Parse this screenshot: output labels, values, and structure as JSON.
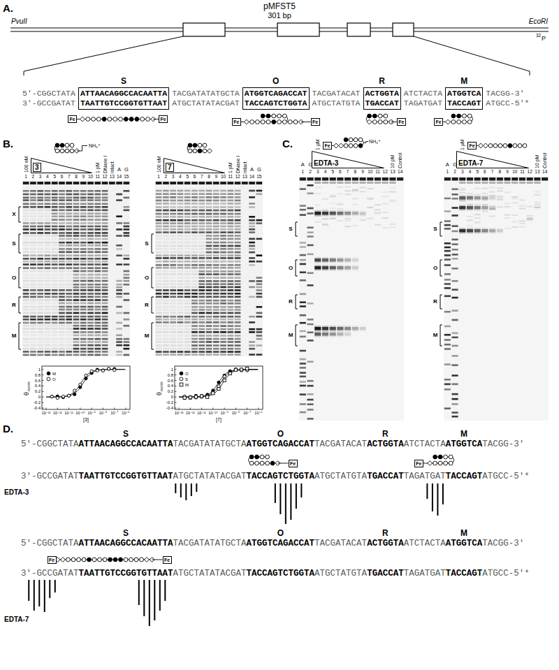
{
  "diagram": {
    "nodes": [
      {
        "text": [
          "ATTAACAGGCCACAATTA",
          "TAATTGTCCGGTGTTAAT"
        ]
      },
      {
        "text": [
          "ATGGTCAGACCAT",
          "TACCAGTCTGGTA"
        ]
      },
      {
        "text": [
          "ACTGGTA",
          "TGACCAT"
        ]
      },
      {
        "text": [
          "ATGGTCA",
          "TACCAGT"
        ]
      },
      {
        "text": [
          "Fe"
        ]
      },
      {
        "text": [
          "Fe"
        ]
      },
      {
        "text": [
          "Fe"
        ]
      },
      {
        "text": [
          "Fe"
        ]
      },
      {
        "text": [
          "Fe"
        ]
      },
      {
        "text": [
          "Fe"
        ]
      },
      {
        "text": [
          "3"
        ]
      },
      {
        "text": [
          "7"
        ]
      },
      {
        "text": [
          "Fe"
        ]
      },
      {
        "text": [
          "EDTA-3"
        ]
      },
      {
        "text": [
          "Fe"
        ]
      },
      {
        "text": [
          "EDTA-7"
        ]
      },
      {
        "text": [
          "Fe"
        ]
      },
      {
        "text": [
          "Fe"
        ]
      },
      {
        "text": [
          "Fe"
        ]
      },
      {
        "text": [
          "Fe"
        ]
      }
    ],
    "labels": [
      "A.",
      "B.",
      "C.",
      "D.",
      "pMFST5",
      "301 bp",
      "PvuII",
      "EcoRI",
      "32",
      "P",
      "S",
      "O",
      "R",
      "M",
      "5'-CGGCTATA",
      "TACGATATATGCTA",
      "TACGATACAT",
      "ATCTACTA",
      "TACGG-3'",
      "3'-GCCGATAT",
      "ATGCTATATACGAT",
      "ATGCTATGTA",
      "TAGATGAT",
      "ATGCC-5'*",
      "100 nM",
      "1 pM",
      "DNase I",
      "intact",
      "NH₃⁺",
      "1",
      "2",
      "3",
      "4",
      "5",
      "6",
      "7",
      "8",
      "9",
      "10",
      "11",
      "12",
      "13",
      "14",
      "15",
      "A",
      "G",
      "X",
      "S",
      "O",
      "R",
      "M",
      "1",
      "0.8",
      "0.6",
      "0.4",
      "0.2",
      "0",
      "-0.2",
      "-0.4",
      "θ",
      "norm",
      "10⁻¹³",
      "10⁻¹²",
      "10⁻¹¹",
      "10⁻¹⁰",
      "10⁻⁹",
      "10⁻⁸",
      "10⁻⁷",
      "10⁻⁶",
      "[3]",
      "100 nM",
      "1 pM",
      "DNase I",
      "intact",
      "1",
      "2",
      "3",
      "4",
      "5",
      "6",
      "7",
      "8",
      "9",
      "10",
      "11",
      "12",
      "13",
      "14",
      "15",
      "A",
      "G",
      "S",
      "O",
      "R",
      "M",
      "1",
      "0.8",
      "0.6",
      "0.4",
      "0.2",
      "0",
      "-0.2",
      "-0.4",
      "θ",
      "norm",
      "10⁻¹³",
      "10⁻¹²",
      "10⁻¹¹",
      "10⁻¹⁰",
      "10⁻⁹",
      "10⁻⁸",
      "10⁻⁷",
      "10⁻⁶",
      "[7]",
      "1 µM",
      "10 pM",
      "Control",
      "NH₃⁺",
      "A",
      "G",
      "1",
      "2",
      "3",
      "4",
      "5",
      "6",
      "7",
      "8",
      "9",
      "10",
      "11",
      "12",
      "13",
      "14",
      "S",
      "O",
      "R",
      "M",
      "1 µM",
      "10 pM",
      "Control",
      "A",
      "G",
      "1",
      "2",
      "3",
      "4",
      "5",
      "6",
      "7",
      "8",
      "9",
      "10",
      "11",
      "12",
      "13",
      "14",
      "S",
      "O",
      "R",
      "M",
      "S",
      "O",
      "R",
      "M",
      "5'-CGGCTATA",
      "ATTAACAGGCCACAATTA",
      "TACGATATATGCTA",
      "ATGGTCAGACCAT",
      "TACGATACAT",
      "ACTGGTA",
      "ATCTACTA",
      "ATGGTCA",
      "TACGG-3'",
      "3'-GCCGATAT",
      "TAATTGTCCGGTGTTAAT",
      "ATGCTATATACGAT",
      "TACCAGTCTGGTA",
      "ATGCTATGTA",
      "TGACCAT",
      "TAGATGAT",
      "TACCAGT",
      "ATGCC-5'*",
      "EDTA-3",
      "S",
      "O",
      "R",
      "M",
      "5'-CGGCTATA",
      "ATTAACAGGCCACAATTA",
      "TACGATATATGCTA",
      "ATGGTCAGACCAT",
      "TACGATACAT",
      "ACTGGTA",
      "ATCTACTA",
      "ATGGTCA",
      "TACGG-3'",
      "3'-GCCGATAT",
      "TAATTGTCCGGTGTTAAT",
      "ATGCTATATACGAT",
      "TACCAGTCTGGTA",
      "ATGCTATGTA",
      "TGACCAT",
      "TAGATGAT",
      "TACCAGT",
      "ATGCC-5'*",
      "EDTA-7"
    ],
    "legend": [
      {
        "text": "M"
      },
      {
        "text": "O"
      },
      {
        "text": "O"
      },
      {
        "text": "S"
      },
      {
        "text": "M"
      }
    ]
  }
}
